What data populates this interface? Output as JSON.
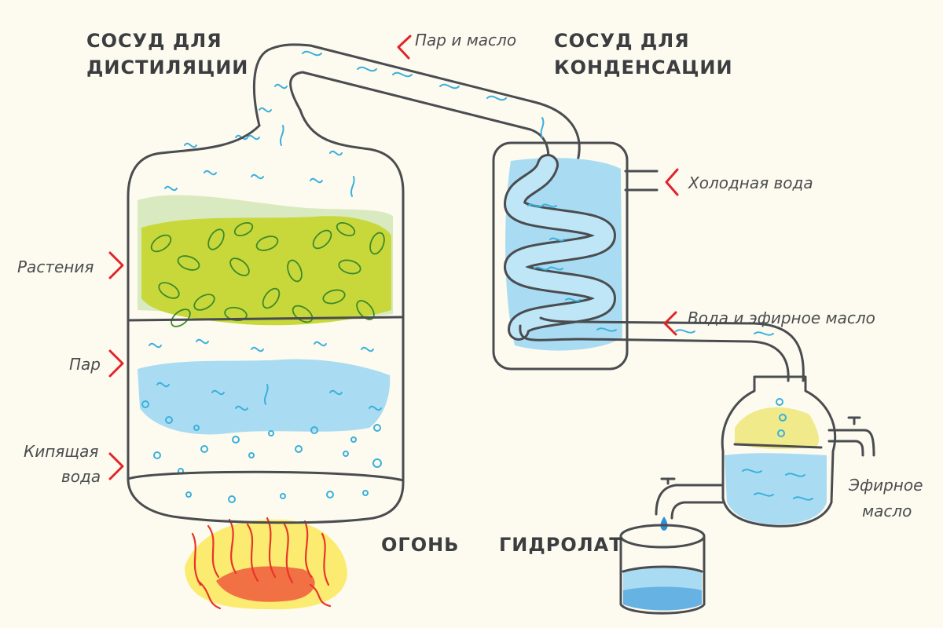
{
  "titles": {
    "distill_line1": "СОСУД ДЛЯ",
    "distill_line2": "ДИСТИЛЯЦИИ",
    "condense_line1": "СОСУД ДЛЯ",
    "condense_line2": "КОНДЕНСАЦИИ",
    "fire": "ОГОНЬ",
    "hydrolat": "ГИДРОЛАТ"
  },
  "labels": {
    "steam_oil": "Пар и масло",
    "cold_water": "Холодная вода",
    "water_oil": "Вода и эфирное масло",
    "plants": "Растения",
    "steam": "Пар",
    "boiling_line1": "Кипящая",
    "boiling_line2": "вода",
    "essential_line1": "Эфирное",
    "essential_line2": "масло"
  },
  "colors": {
    "background": "#fdfbef",
    "water": "#a9dcf2",
    "plant_fill": "#c8d83a",
    "oil": "#f0ea8a",
    "fire_yellow": "#fbe75a",
    "fire_red": "#ef5a3c",
    "pointer": "#e2232a",
    "outline": "#4a4c50"
  }
}
